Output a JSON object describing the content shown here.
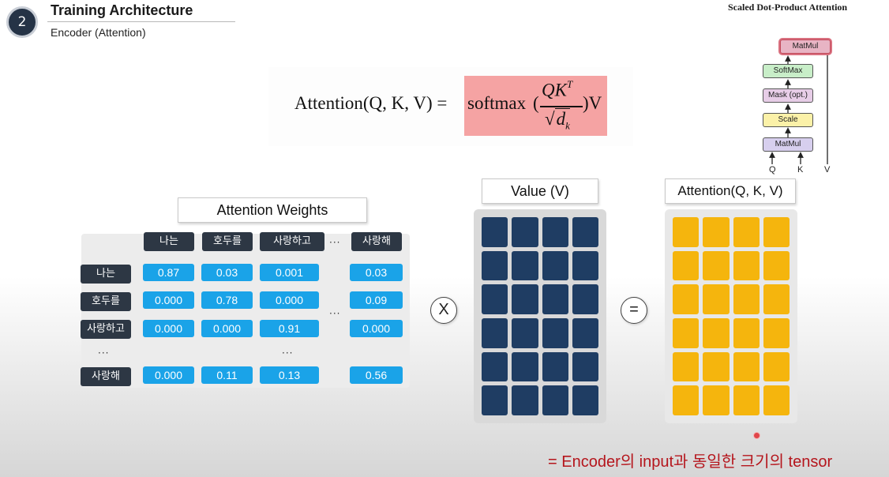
{
  "header": {
    "step_number": "2",
    "title": "Training Architecture",
    "subtitle": "Encoder (Attention)"
  },
  "formula": {
    "lhs": "Attention(Q, K, V) = ",
    "softmax": "softmax",
    "open_paren": "(",
    "numerator": "QK",
    "numerator_sup": "T",
    "denominator": "d",
    "denominator_sub": "k",
    "close": ")V",
    "highlight_color": "#f5a3a3"
  },
  "sdpa": {
    "title": "Scaled Dot-Product Attention",
    "boxes": {
      "matmul_top": "MatMul",
      "softmax": "SoftMax",
      "mask": "Mask (opt.)",
      "scale": "Scale",
      "matmul_bottom": "MatMul"
    },
    "inputs": [
      "Q",
      "K",
      "V"
    ]
  },
  "weights": {
    "title": "Attention Weights",
    "col_headers": [
      "나는",
      "호두를",
      "사랑하고",
      "사랑해"
    ],
    "row_headers": [
      "나는",
      "호두를",
      "사랑하고",
      "사랑해"
    ],
    "rows": [
      [
        "0.87",
        "0.03",
        "0.001",
        "0.03"
      ],
      [
        "0.000",
        "0.78",
        "0.000",
        "0.09"
      ],
      [
        "0.000",
        "0.000",
        "0.91",
        "0.000"
      ],
      [
        "0.000",
        "0.11",
        "0.13",
        "0.56"
      ]
    ],
    "ellipsis": "···",
    "cell_color": "#1aa3e8",
    "header_color": "#2d3744"
  },
  "operators": {
    "times": "X",
    "equals": "="
  },
  "value_matrix": {
    "title": "Value (V)",
    "rows": 6,
    "cols": 4,
    "color": "#1f3d63"
  },
  "output_matrix": {
    "title": "Attention(Q, K, V)",
    "rows": 6,
    "cols": 4,
    "color": "#f5b50d"
  },
  "note": "= Encoder의 input과 동일한 크기의 tensor"
}
